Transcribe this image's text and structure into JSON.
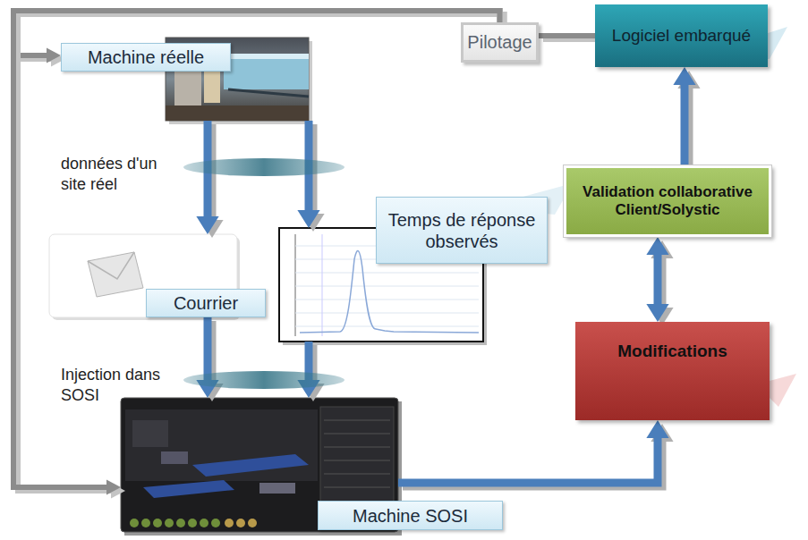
{
  "diagram": {
    "nodes": [
      {
        "text": [
          "Machine réelle"
        ]
      },
      {
        "text": [
          "Pilotage"
        ]
      },
      {
        "text": [
          "Logiciel embarqué"
        ]
      },
      {
        "text": [
          "Temps de réponse observés"
        ]
      },
      {
        "text": [
          "Courrier"
        ]
      },
      {
        "text": [
          "Validation collaborative Client/Solystic"
        ]
      },
      {
        "text": [
          "Modifications"
        ]
      },
      {
        "text": [
          "Machine SOSI"
        ]
      }
    ],
    "edges": [
      {
        "from": 0,
        "to": 4,
        "arrow": "to"
      },
      {
        "from": 0,
        "to": 3,
        "arrow": "to"
      },
      {
        "from": 4,
        "to": 7,
        "arrow": "to"
      },
      {
        "from": 3,
        "to": 7,
        "arrow": "to"
      },
      {
        "from": 7,
        "to": 6,
        "arrow": "to"
      },
      {
        "from": 6,
        "to": 5,
        "arrow": "both"
      },
      {
        "from": 5,
        "to": 2,
        "arrow": "to"
      },
      {
        "from": 2,
        "to": 1,
        "arrow": "none"
      },
      {
        "from": 1,
        "to": 0,
        "arrow": "to"
      },
      {
        "from": 1,
        "to": 7,
        "arrow": "to"
      }
    ],
    "labels": [
      "données d'un site réel",
      "Injection dans SOSI"
    ]
  }
}
